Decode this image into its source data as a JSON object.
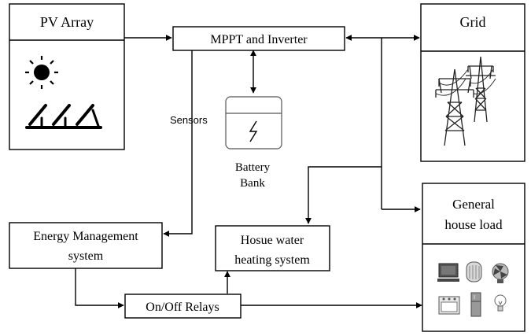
{
  "nodes": {
    "pv_array": {
      "title": "PV Array"
    },
    "mppt": {
      "label": "MPPT and Inverter"
    },
    "grid": {
      "title": "Grid"
    },
    "battery": {
      "line1": "Battery",
      "line2": "Bank"
    },
    "ems": {
      "line1": "Energy Management",
      "line2": "system"
    },
    "water_heating": {
      "line1": "Hosue water",
      "line2": "heating system"
    },
    "general_load": {
      "line1": "General",
      "line2": "house load"
    },
    "relays": {
      "label": "On/Off Relays"
    }
  },
  "edges": {
    "sensors_label": "Sensors"
  },
  "icons": {
    "sun": "sun-icon",
    "solar_panels": "solar-panel-icon",
    "pylons": "transmission-tower-icon",
    "battery_bolt": "lightning-bolt-icon",
    "computer": "computer-icon",
    "heater": "heater-icon",
    "fan": "fan-icon",
    "oven": "oven-icon",
    "fridge": "refrigerator-icon",
    "bulb": "light-bulb-icon"
  },
  "colors": {
    "line": "#000000",
    "appliance_gray": "#8c8c8c"
  }
}
